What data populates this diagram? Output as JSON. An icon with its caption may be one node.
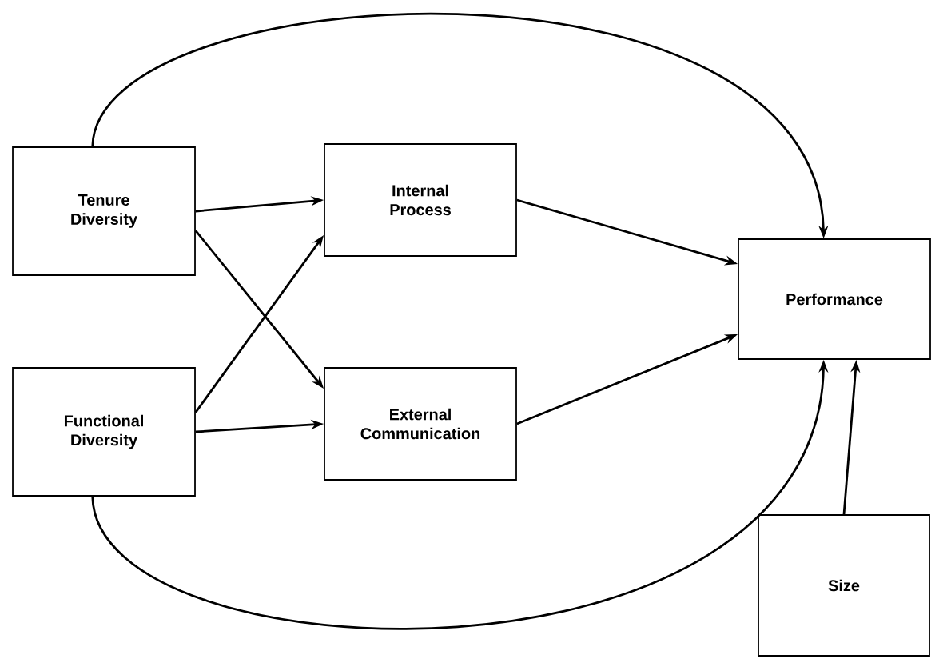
{
  "diagram": {
    "nodes": [
      {
        "text": [
          "Tenure Diversity"
        ]
      },
      {
        "text": [
          "Functional Diversity"
        ]
      },
      {
        "text": [
          "Internal Process"
        ]
      },
      {
        "text": [
          "External Communication"
        ]
      },
      {
        "text": [
          "Performance"
        ]
      },
      {
        "text": [
          "Size"
        ]
      }
    ],
    "edges": [
      {
        "from": 0,
        "to": 2,
        "arrow": "to"
      },
      {
        "from": 0,
        "to": 3,
        "arrow": "to"
      },
      {
        "from": 1,
        "to": 2,
        "arrow": "to"
      },
      {
        "from": 1,
        "to": 3,
        "arrow": "to"
      },
      {
        "from": 2,
        "to": 4,
        "arrow": "to"
      },
      {
        "from": 3,
        "to": 4,
        "arrow": "to"
      },
      {
        "from": 0,
        "to": 4,
        "arrow": "to"
      },
      {
        "from": 1,
        "to": 4,
        "arrow": "to"
      },
      {
        "from": 5,
        "to": 4,
        "arrow": "to"
      }
    ]
  }
}
